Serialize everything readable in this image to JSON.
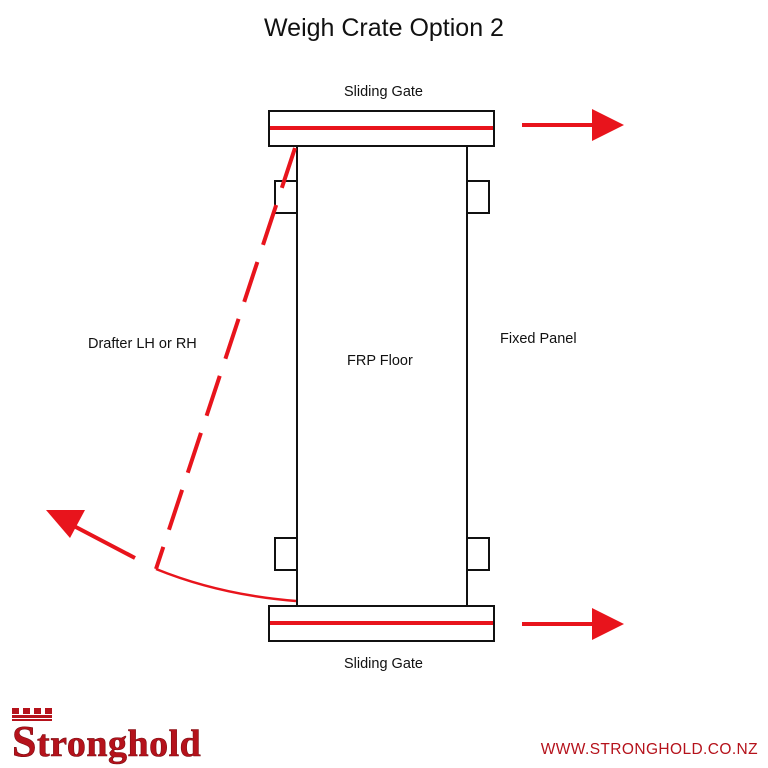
{
  "title": "Weigh Crate Option 2",
  "labels": {
    "top_gate": "Sliding Gate",
    "bottom_gate": "Sliding Gate",
    "drafter": "Drafter LH or RH",
    "floor": "FRP Floor",
    "fixed_panel": "Fixed Panel"
  },
  "brand": {
    "logo_text": "Stronghold",
    "logo_first_letter": "S",
    "logo_rest": "tronghold",
    "url": "WWW.STRONGHOLD.CO.NZ"
  },
  "colors": {
    "accent": "#e8141c",
    "brand": "#b5121b",
    "line": "#111111"
  }
}
